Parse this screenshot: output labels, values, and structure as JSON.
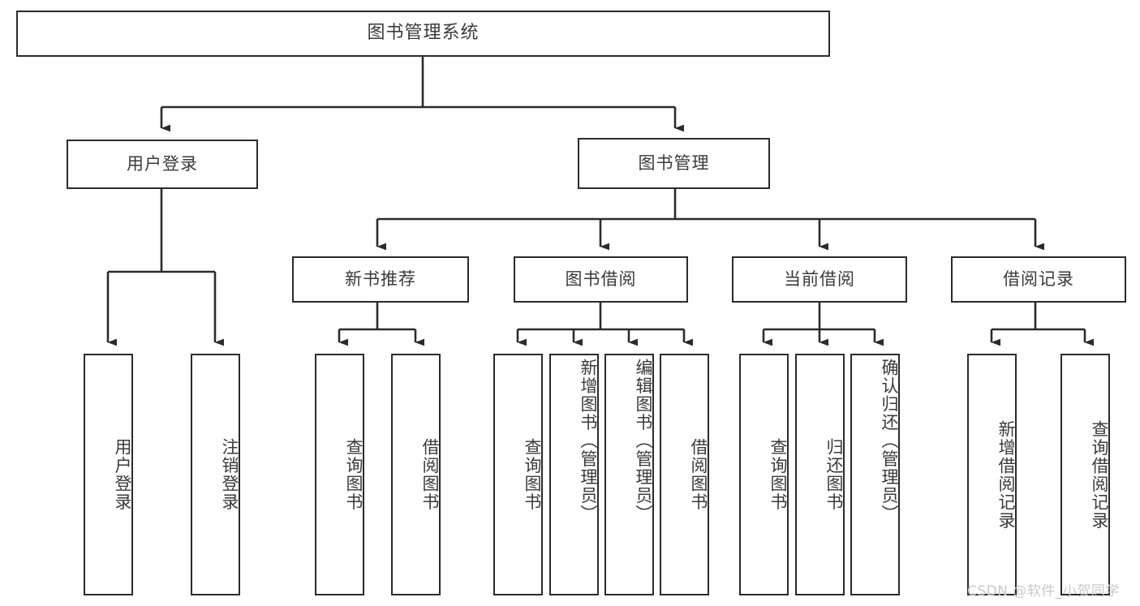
{
  "diagram": {
    "title": "图书管理系统",
    "type": "hierarchy-tree",
    "root": {
      "label": "图书管理系统"
    },
    "level2": [
      {
        "label": "用户登录"
      },
      {
        "label": "图书管理"
      }
    ],
    "level3": [
      {
        "label": "新书推荐"
      },
      {
        "label": "图书借阅"
      },
      {
        "label": "当前借阅"
      },
      {
        "label": "借阅记录"
      }
    ],
    "leaves": {
      "user_login": [
        {
          "label": "用户登录"
        },
        {
          "label": "注销登录"
        }
      ],
      "new_book_recommend": [
        {
          "label": "查询图书"
        },
        {
          "label": "借阅图书"
        }
      ],
      "book_borrow": [
        {
          "label": "查询图书"
        },
        {
          "label": "新增图书（管理员）"
        },
        {
          "label": "编辑图书（管理员）"
        },
        {
          "label": "借阅图书"
        }
      ],
      "current_borrow": [
        {
          "label": "查询图书"
        },
        {
          "label": "归还图书"
        },
        {
          "label": "确认归还（管理员）"
        }
      ],
      "borrow_record": [
        {
          "label": "新增借阅记录"
        },
        {
          "label": "查询借阅记录"
        }
      ]
    }
  },
  "watermark": {
    "text": "CSDN @软件_小贺同学"
  },
  "colors": {
    "stroke": "#2b2b2b",
    "text": "#3a3a3a",
    "background": "#ffffff",
    "watermark": "#c9c9c9"
  }
}
